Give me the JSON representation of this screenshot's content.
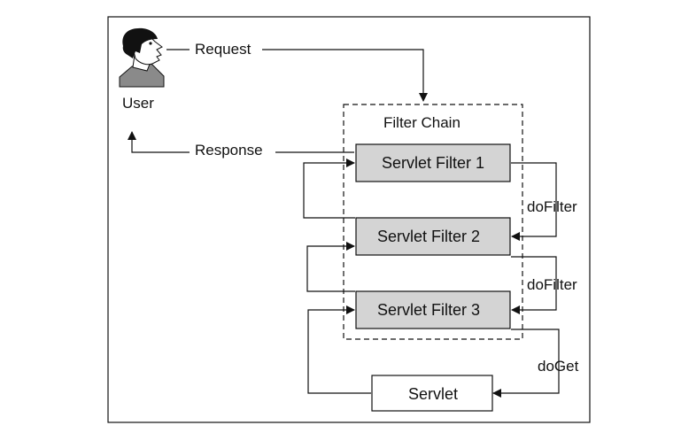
{
  "diagram": {
    "user_label": "User",
    "request_label": "Request",
    "response_label": "Response",
    "chain_title": "Filter Chain",
    "filters": [
      "Servlet Filter 1",
      "Servlet Filter 2",
      "Servlet Filter 3"
    ],
    "servlet_label": "Servlet",
    "dofilter_labels": [
      "doFilter",
      "doFilter"
    ],
    "doget_label": "doGet",
    "colors": {
      "filter_fill": "#d4d4d4",
      "servlet_fill": "#ffffff",
      "line": "#111111"
    },
    "icons": {
      "user": "user-head-icon"
    }
  }
}
